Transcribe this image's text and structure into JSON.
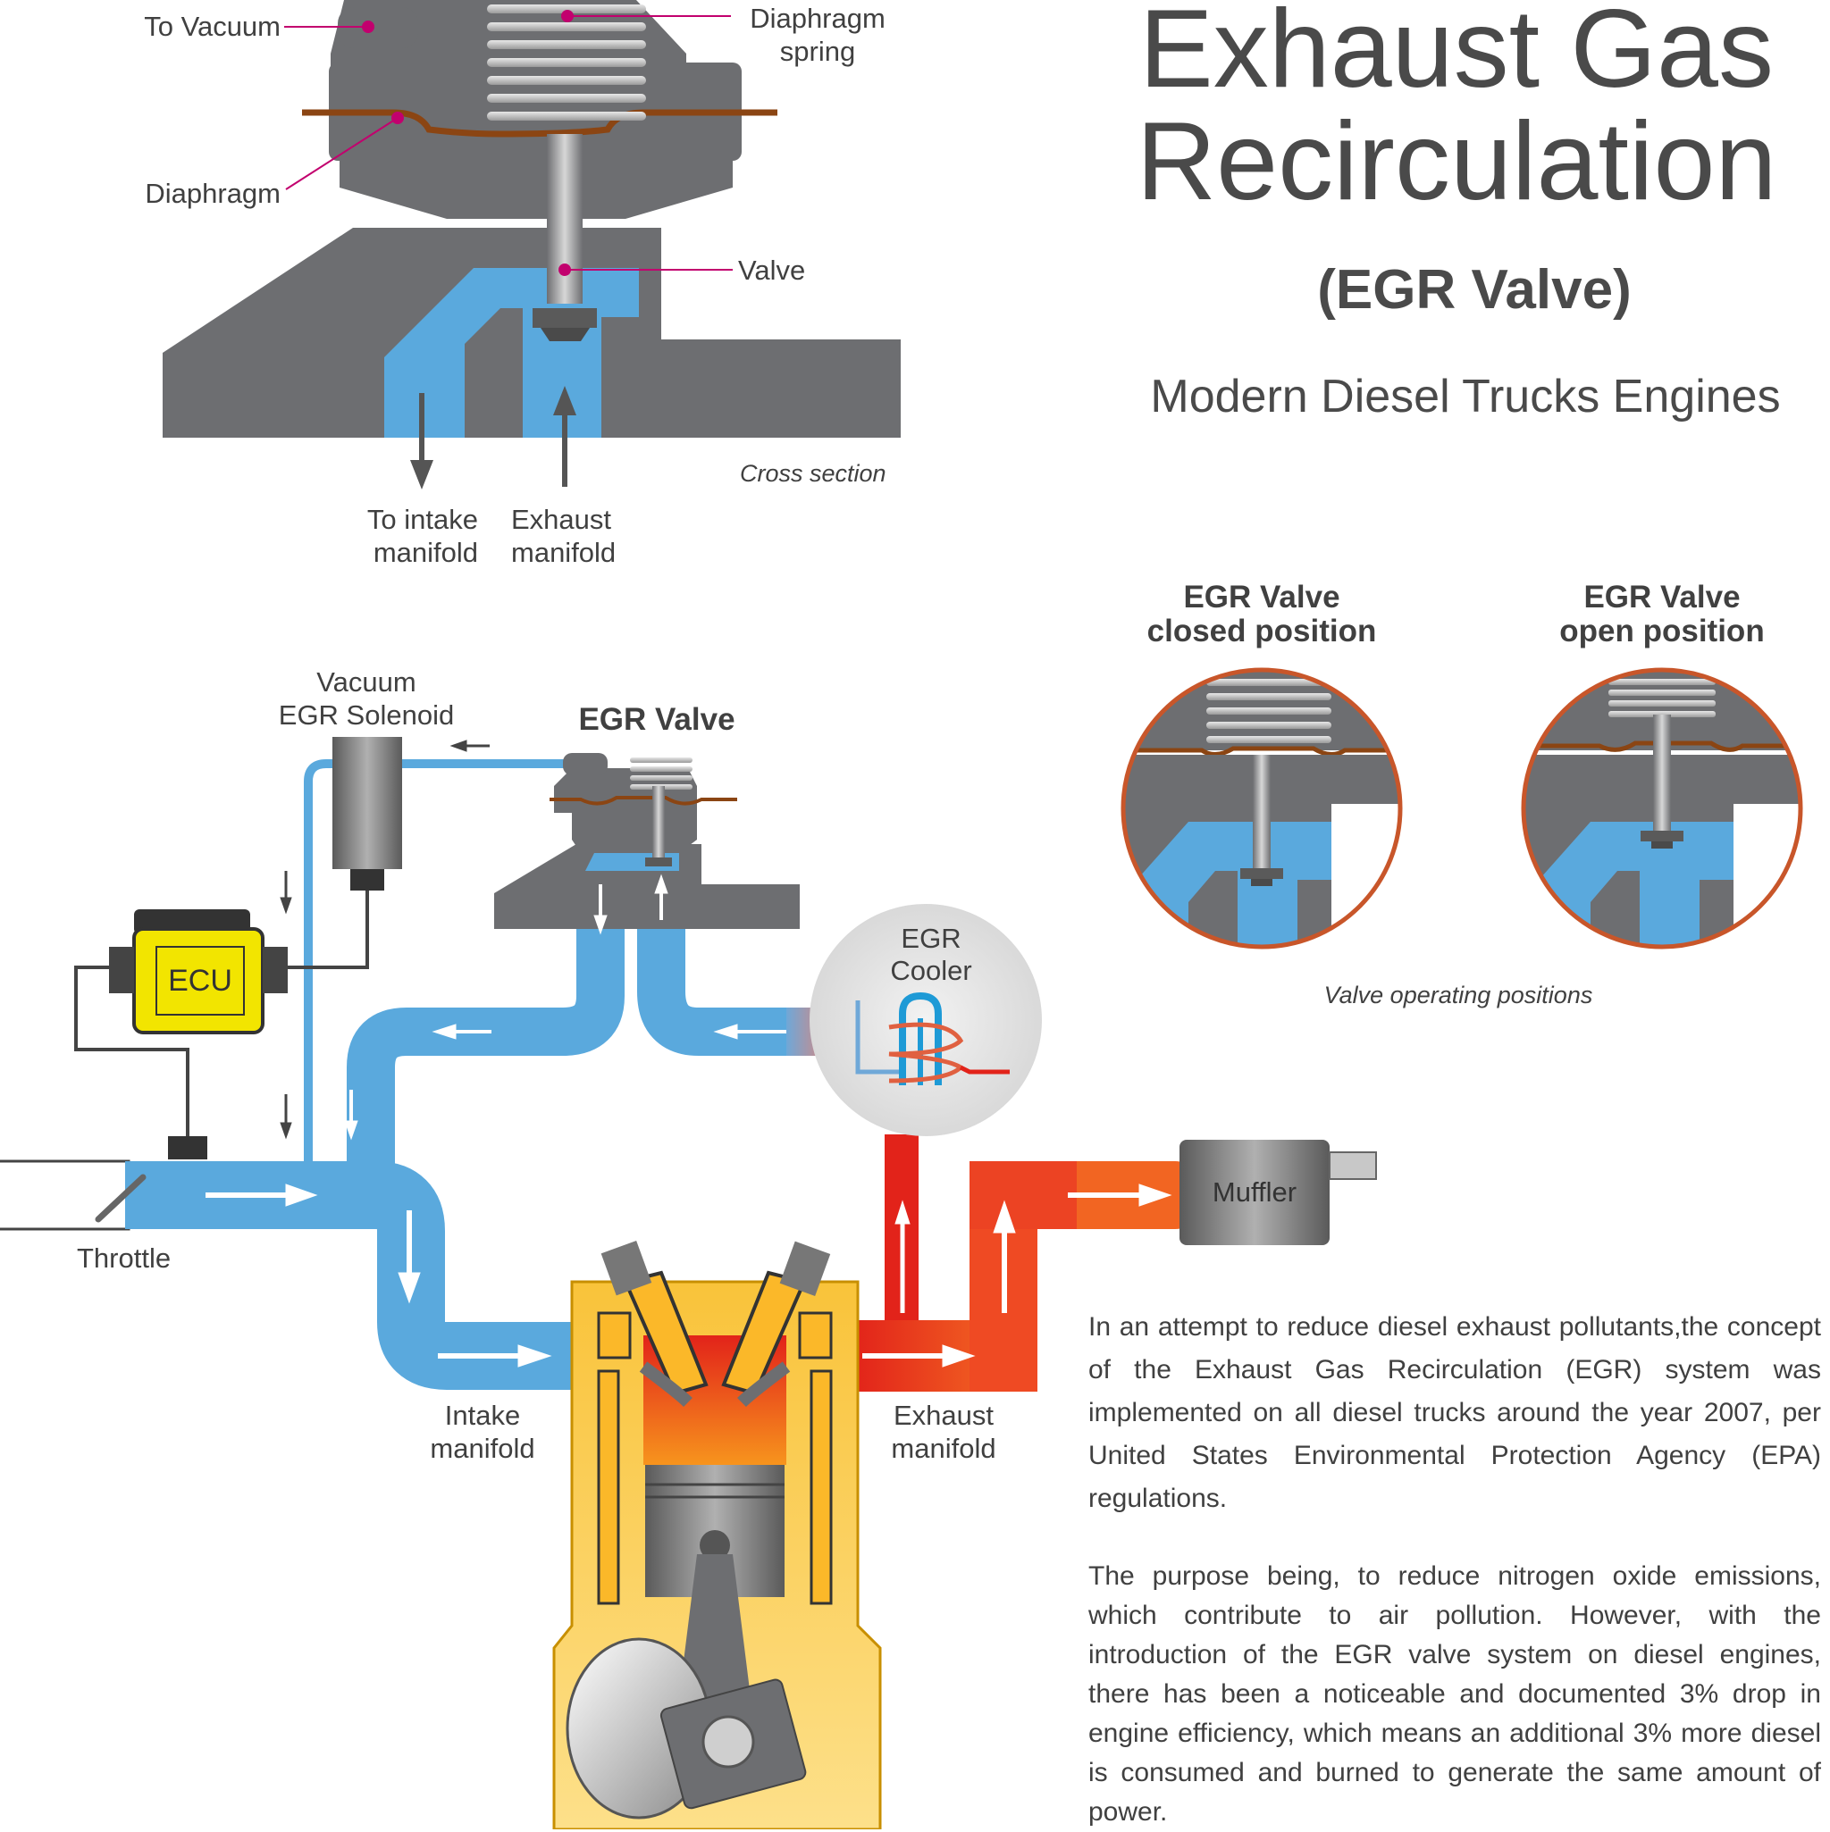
{
  "header": {
    "title_line1": "Exhaust Gas",
    "title_line2": "Recirculation",
    "subtitle": "(EGR Valve)",
    "tagline": "Modern Diesel Trucks Engines"
  },
  "cross_section": {
    "to_vacuum": "To Vacuum",
    "diaphragm_spring_1": "Diaphragm",
    "diaphragm_spring_2": "spring",
    "diaphragm": "Diaphragm",
    "valve": "Valve",
    "to_intake_1": "To intake",
    "to_intake_2": "manifold",
    "exhaust_manifold_1": "Exhaust",
    "exhaust_manifold_2": "manifold",
    "caption": "Cross section"
  },
  "positions": {
    "closed_1": "EGR Valve",
    "closed_2": "closed position",
    "open_1": "EGR Valve",
    "open_2": "open position",
    "caption": "Valve operating positions"
  },
  "system": {
    "vacuum_solenoid_1": "Vacuum",
    "vacuum_solenoid_2": "EGR Solenoid",
    "egr_valve": "EGR Valve",
    "egr_cooler_1": "EGR",
    "egr_cooler_2": "Cooler",
    "ecu": "ECU",
    "throttle": "Throttle",
    "intake_manifold_1": "Intake",
    "intake_manifold_2": "manifold",
    "exhaust_manifold_1": "Exhaust",
    "exhaust_manifold_2": "manifold",
    "muffler": "Muffler"
  },
  "description": {
    "paragraph1": "In an attempt to reduce diesel exhaust pollutants,the concept of the Exhaust Gas Recirculation (EGR) system was implemented on all diesel trucks around the year 2007, per United States Environmental Protection Agency (EPA) regulations.",
    "paragraph2": "The purpose being, to reduce nitrogen oxide emissions, which contribute to air pollution. However, with the introduction of the EGR valve system on diesel engines, there has been a noticeable and documented 3% drop in engine efficiency, which means an additional 3% more diesel is consumed and burned to generate the same amount of power."
  },
  "colors": {
    "housing": "#6d6e71",
    "intake_blue": "#5aa9dd",
    "exhaust_red": "#e2231a",
    "exhaust_orange": "#f26522",
    "ecu_yellow": "#f2e500",
    "engine_yellow": "#fbb829",
    "leader_magenta": "#c2006e",
    "diaphragm_brown": "#8b4513",
    "ring_orange": "#c8562a"
  }
}
